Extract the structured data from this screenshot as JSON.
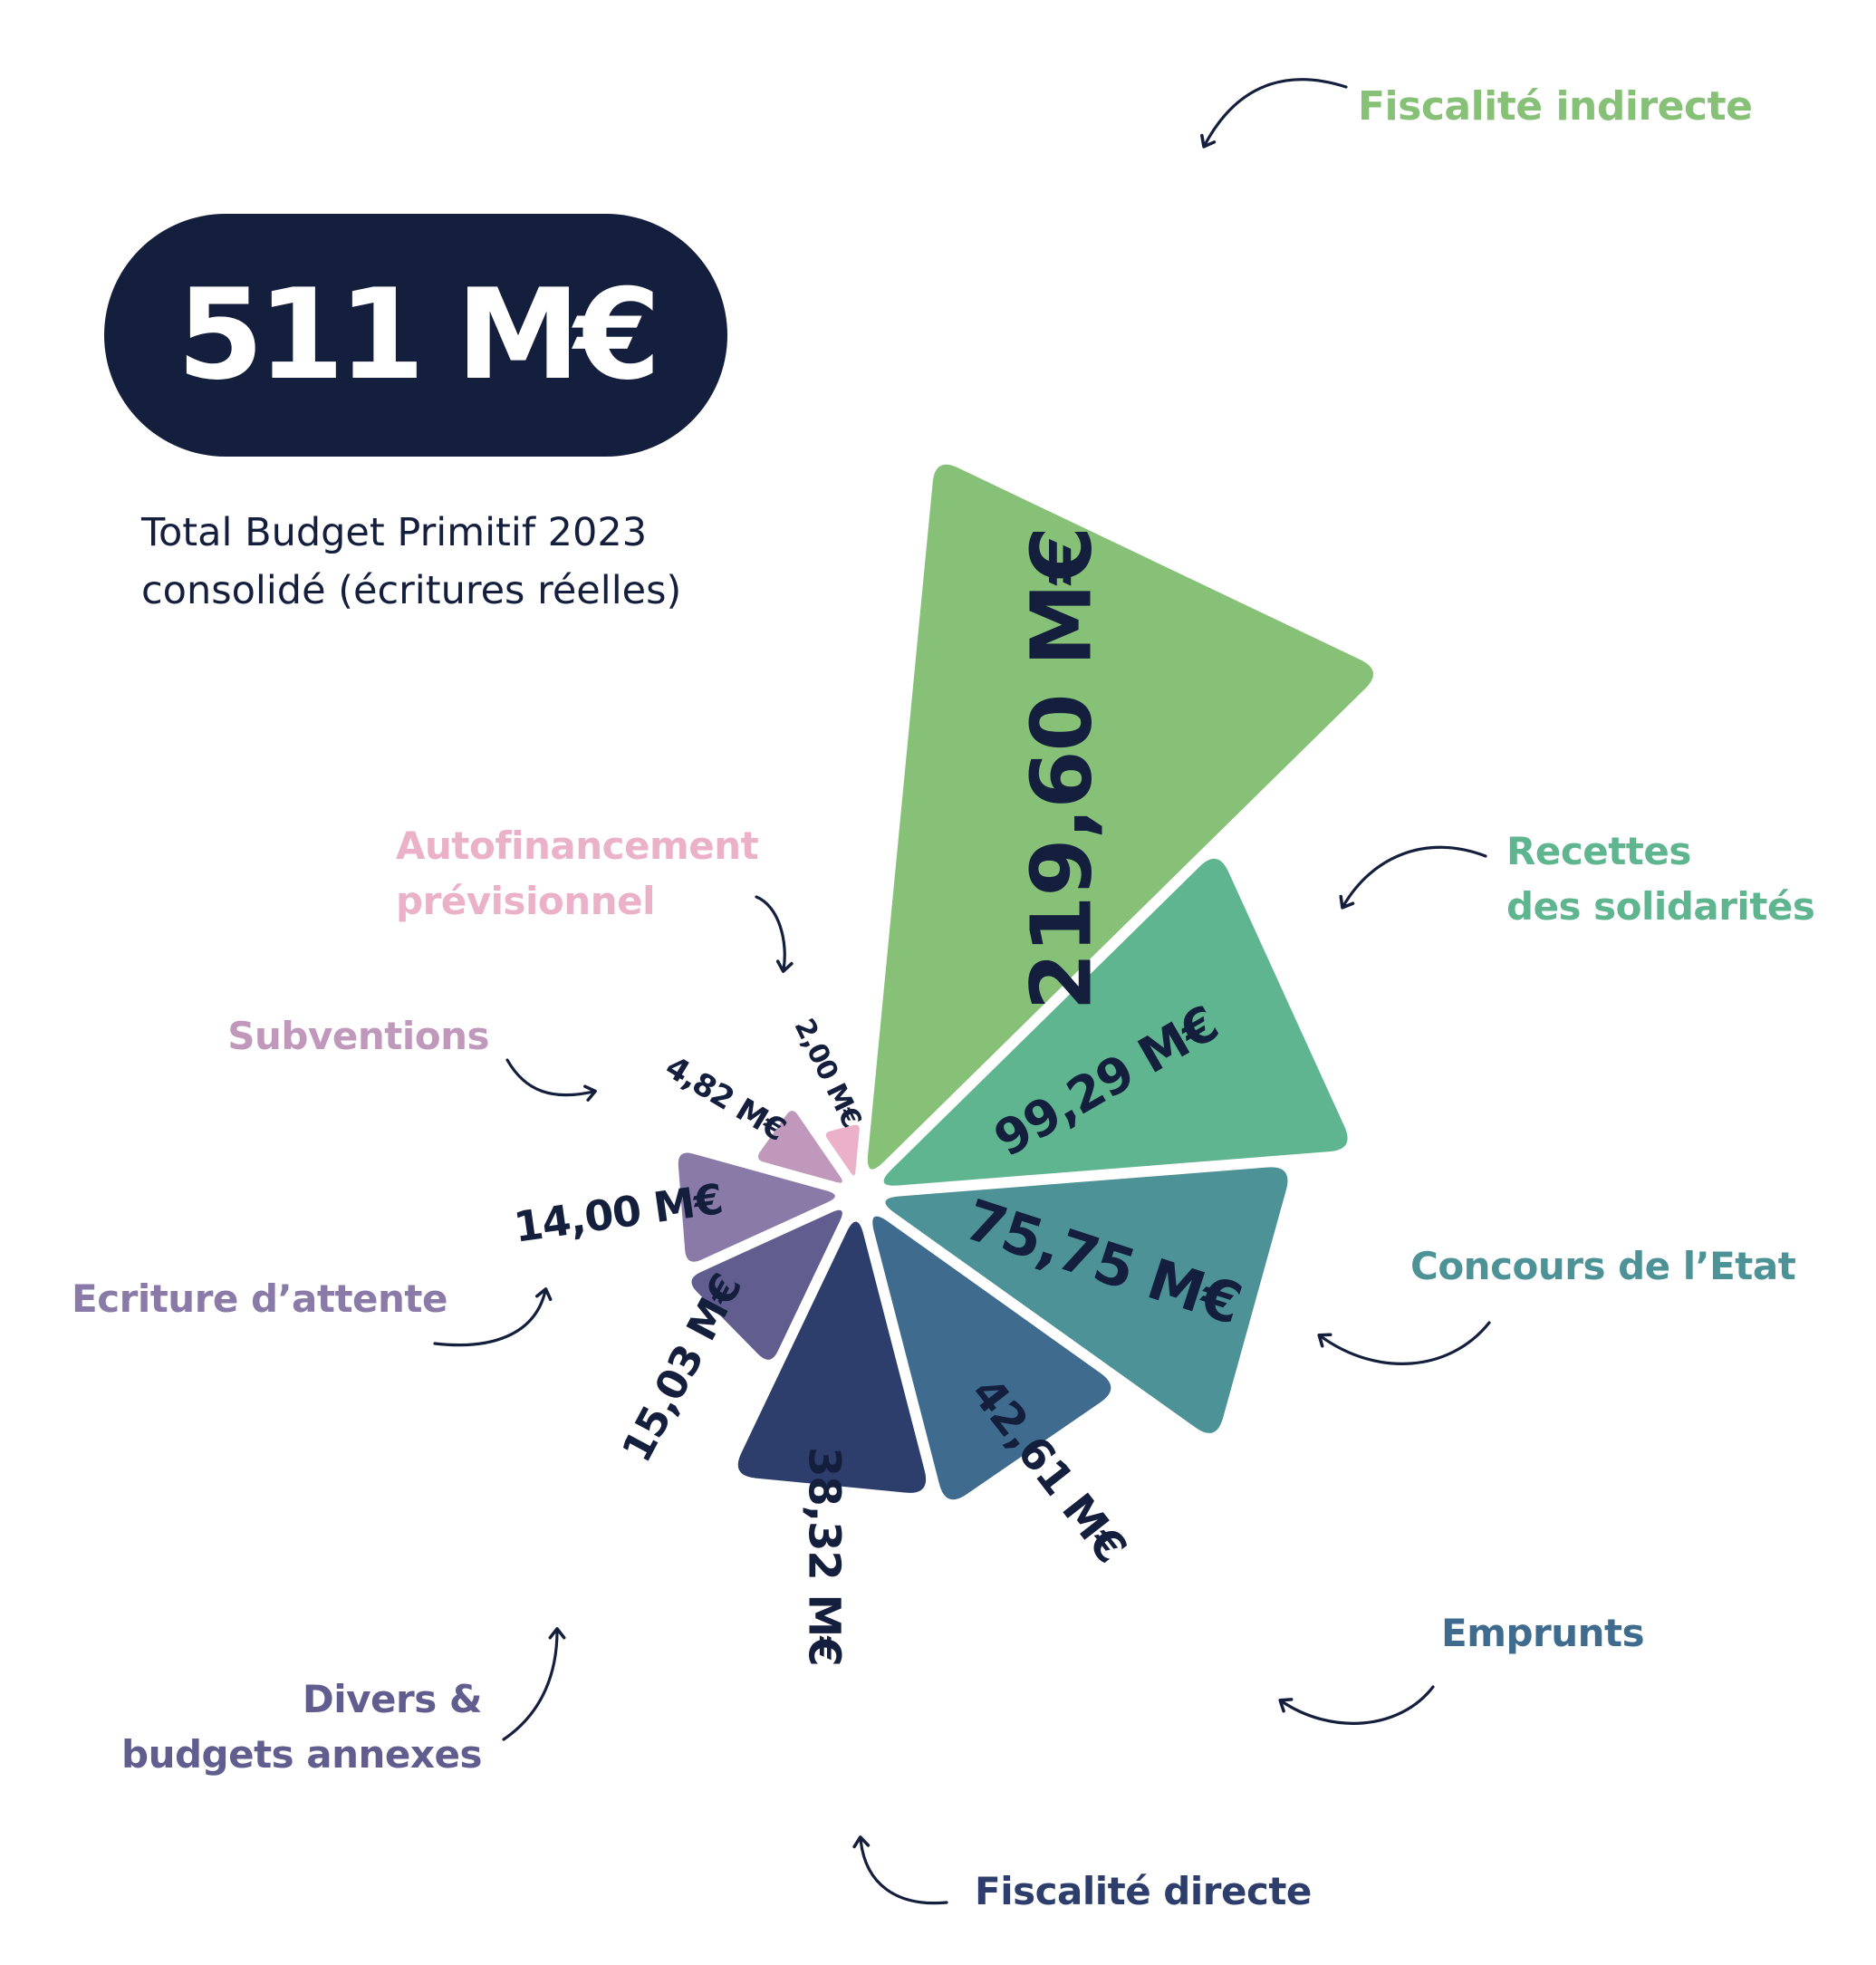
{
  "total": {
    "value": "511 M€",
    "caption_line1": "Total Budget Primitif 2023",
    "caption_line2": "consolidé (écritures réelles)"
  },
  "chart_data": {
    "type": "pie",
    "variant": "polar-area (petal slices sized by value, with rounded corners)",
    "total_label": "511 M€",
    "series": [
      {
        "category": "Fiscalité indirecte",
        "label_lines": [
          "Fiscalité indirecte"
        ],
        "value": 219.6,
        "value_label": "219,60 M€",
        "color": "#86c177"
      },
      {
        "category": "Recettes des solidarités",
        "label_lines": [
          "Recettes",
          "des solidarités"
        ],
        "value": 99.29,
        "value_label": "99,29 M€",
        "color": "#5fb58f"
      },
      {
        "category": "Concours de l’Etat",
        "label_lines": [
          "Concours de l’Etat"
        ],
        "value": 75.75,
        "value_label": "75,75 M€",
        "color": "#4d9296"
      },
      {
        "category": "Emprunts",
        "label_lines": [
          "Emprunts"
        ],
        "value": 42.61,
        "value_label": "42,61 M€",
        "color": "#3e6b8e"
      },
      {
        "category": "Fiscalité directe",
        "label_lines": [
          "Fiscalité directe"
        ],
        "value": 38.32,
        "value_label": "38,32 M€",
        "color": "#2d3e6d"
      },
      {
        "category": "Divers & budgets annexes",
        "label_lines": [
          "Divers &",
          "budgets annexes"
        ],
        "value": 15.03,
        "value_label": "15,03 M€",
        "color": "#615e8f"
      },
      {
        "category": "Ecriture d’attente",
        "label_lines": [
          "Ecriture d’attente"
        ],
        "value": 14.0,
        "value_label": "14,00 M€",
        "color": "#8a7aa8"
      },
      {
        "category": "Subventions",
        "label_lines": [
          "Subventions"
        ],
        "value": 4.82,
        "value_label": "4,82 M€",
        "color": "#bf98bb"
      },
      {
        "category": "Autofinancement prévisionnel",
        "label_lines": [
          "Autofinancement",
          "prévisionnel"
        ],
        "value": 2.0,
        "value_label": "2,00 M€",
        "color": "#ebb1c9"
      }
    ],
    "colors": {
      "value_text": "#141e3d",
      "arrow": "#141e3d",
      "pill": "#141e3d"
    }
  }
}
